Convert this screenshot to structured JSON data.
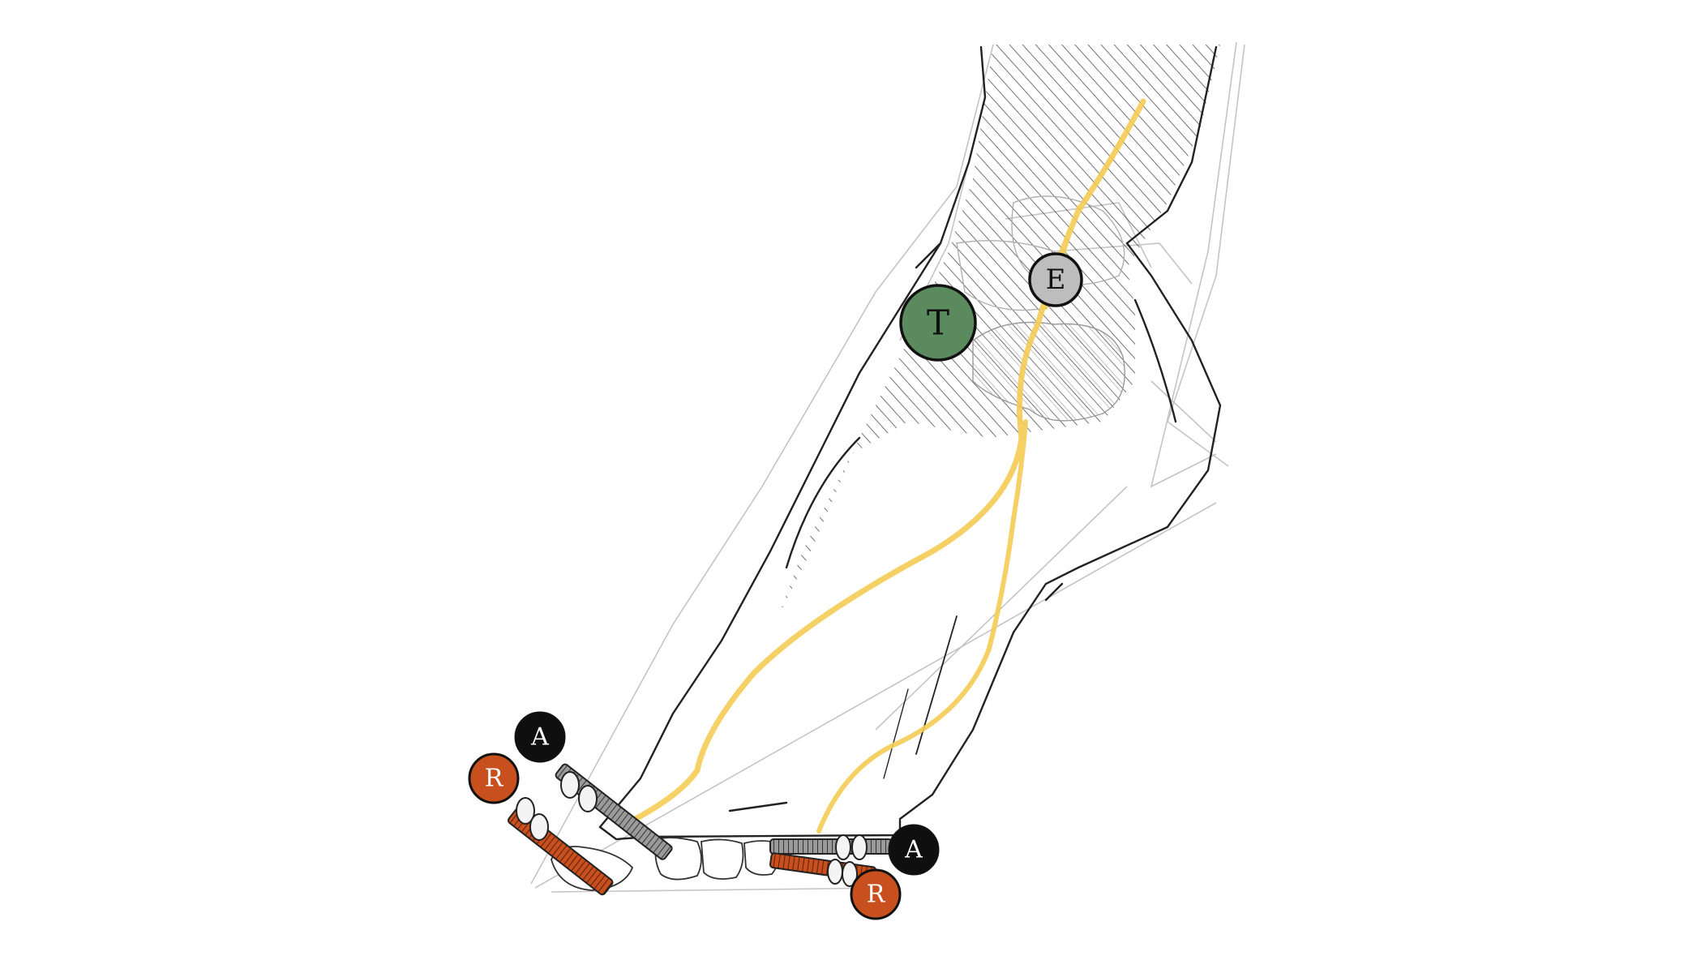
{
  "diagram": {
    "markers": [
      {
        "id": "T",
        "label": "T",
        "fill": "#5a8a5e",
        "text_color": "#111111"
      },
      {
        "id": "E",
        "label": "E",
        "fill": "#bdbdbd",
        "text_color": "#111111"
      },
      {
        "id": "A_left",
        "label": "A",
        "fill": "#0f0f0f",
        "text_color": "#ffffff"
      },
      {
        "id": "R_left",
        "label": "R",
        "fill": "#c8501e",
        "text_color": "#ffffff"
      },
      {
        "id": "A_right",
        "label": "A",
        "fill": "#0f0f0f",
        "text_color": "#ffffff"
      },
      {
        "id": "R_right",
        "label": "R",
        "fill": "#c8501e",
        "text_color": "#ffffff"
      }
    ],
    "colors": {
      "outline": "#222222",
      "sketch": "#b5b5b5",
      "hatch": "#3a3a3a",
      "nerve": "#f5cc55",
      "screw_gray": "#8a8a8a",
      "screw_orange": "#c8501e"
    }
  }
}
